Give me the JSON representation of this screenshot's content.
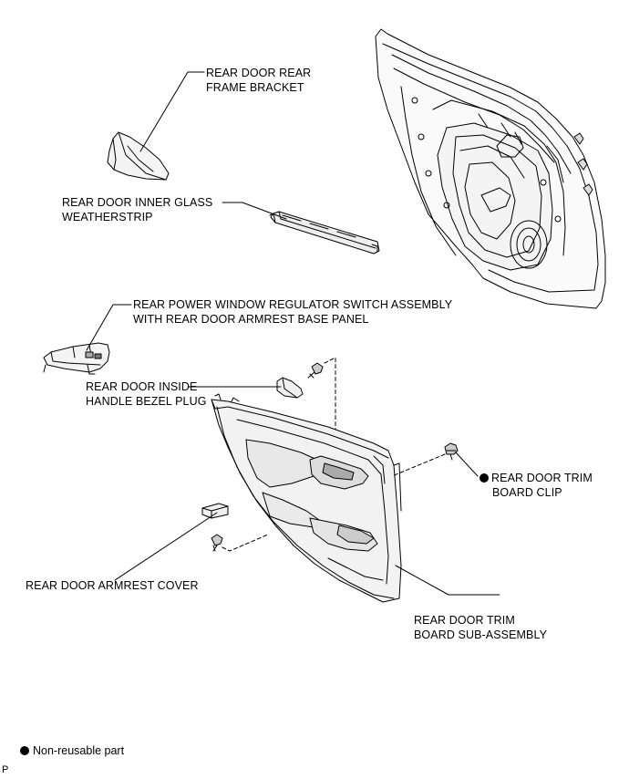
{
  "labels": {
    "frame_bracket": [
      "REAR DOOR REAR",
      "FRAME BRACKET"
    ],
    "inner_glass_weatherstrip": [
      "REAR DOOR INNER GLASS",
      "WEATHERSTRIP"
    ],
    "regulator_switch": [
      "REAR POWER WINDOW REGULATOR SWITCH ASSEMBLY",
      "WITH REAR DOOR ARMREST BASE PANEL"
    ],
    "bezel_plug": [
      "REAR DOOR INSIDE",
      "HANDLE BEZEL PLUG"
    ],
    "trim_board_clip": [
      "REAR DOOR TRIM",
      "BOARD CLIP"
    ],
    "armrest_cover": "REAR DOOR ARMREST COVER",
    "trim_board": [
      "REAR DOOR TRIM",
      "BOARD SUB-ASSEMBLY"
    ]
  },
  "legend": {
    "text": "Non-reusable part"
  },
  "page_code": "P"
}
